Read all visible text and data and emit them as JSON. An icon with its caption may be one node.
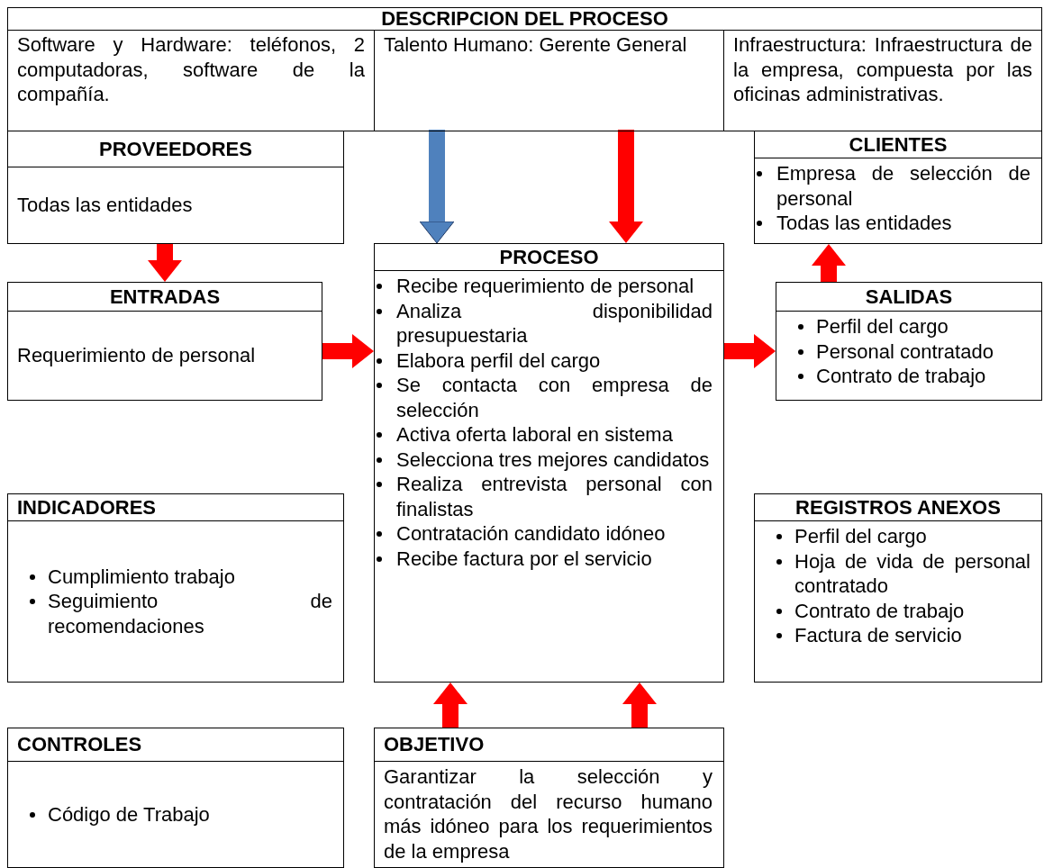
{
  "diagram": {
    "nodes": [
      {
        "text": [
          "DESCRIPCION DEL PROCESO"
        ]
      },
      {
        "text": [
          "Software y Hardware: teléfonos, 2 computadoras, software de la compañía."
        ],
        "in": 0
      },
      {
        "text": [
          "Talento Humano: Gerente General"
        ],
        "in": 0
      },
      {
        "text": [
          "Infraestructura: Infraestructura de la empresa, compuesta por las oficinas administrativas."
        ],
        "in": 0
      },
      {
        "text": [
          "PROVEEDORES",
          "Todas las entidades"
        ]
      },
      {
        "text": [
          "CLIENTES",
          "Empresa de selección de personal",
          "Todas las entidades"
        ]
      },
      {
        "text": [
          "ENTRADAS",
          "Requerimiento de personal"
        ]
      },
      {
        "text": [
          "PROCESO",
          "Recibe requerimiento de personal",
          "Analiza disponibilidad presupuestaria",
          "Elabora perfil del cargo",
          "Se contacta con empresa de selección",
          "Activa oferta laboral en sistema",
          "Selecciona tres mejores candidatos",
          "Realiza entrevista personal con finalistas",
          "Contratación candidato idóneo",
          "Recibe factura por el servicio"
        ]
      },
      {
        "text": [
          "SALIDAS",
          "Perfil del cargo",
          "Personal contratado",
          "Contrato de trabajo"
        ]
      },
      {
        "text": [
          "INDICADORES",
          "Cumplimiento trabajo",
          "Seguimiento de recomendaciones"
        ]
      },
      {
        "text": [
          "REGISTROS ANEXOS",
          "Perfil del cargo",
          "Hoja de vida de personal contratado",
          "Contrato de trabajo",
          "Factura de servicio"
        ]
      },
      {
        "text": [
          "CONTROLES",
          "Código de Trabajo"
        ]
      },
      {
        "text": [
          "OBJETIVO",
          "Garantizar la selección y contratación del recurso humano más idóneo para los requerimientos de la empresa"
        ]
      }
    ],
    "edges": [
      {
        "from": 4,
        "to": 6,
        "arrow": "to"
      },
      {
        "from": 6,
        "to": 7,
        "arrow": "to"
      },
      {
        "from": 7,
        "to": 8,
        "arrow": "to"
      },
      {
        "from": 8,
        "to": 5,
        "arrow": "to"
      },
      {
        "from": 2,
        "to": 7,
        "arrow": "to",
        "color": "#4f81bd"
      },
      {
        "from": 2,
        "to": 7,
        "arrow": "to"
      },
      {
        "from": 12,
        "to": 7,
        "arrow": "to"
      },
      {
        "from": 12,
        "to": 7,
        "arrow": "to"
      }
    ]
  }
}
